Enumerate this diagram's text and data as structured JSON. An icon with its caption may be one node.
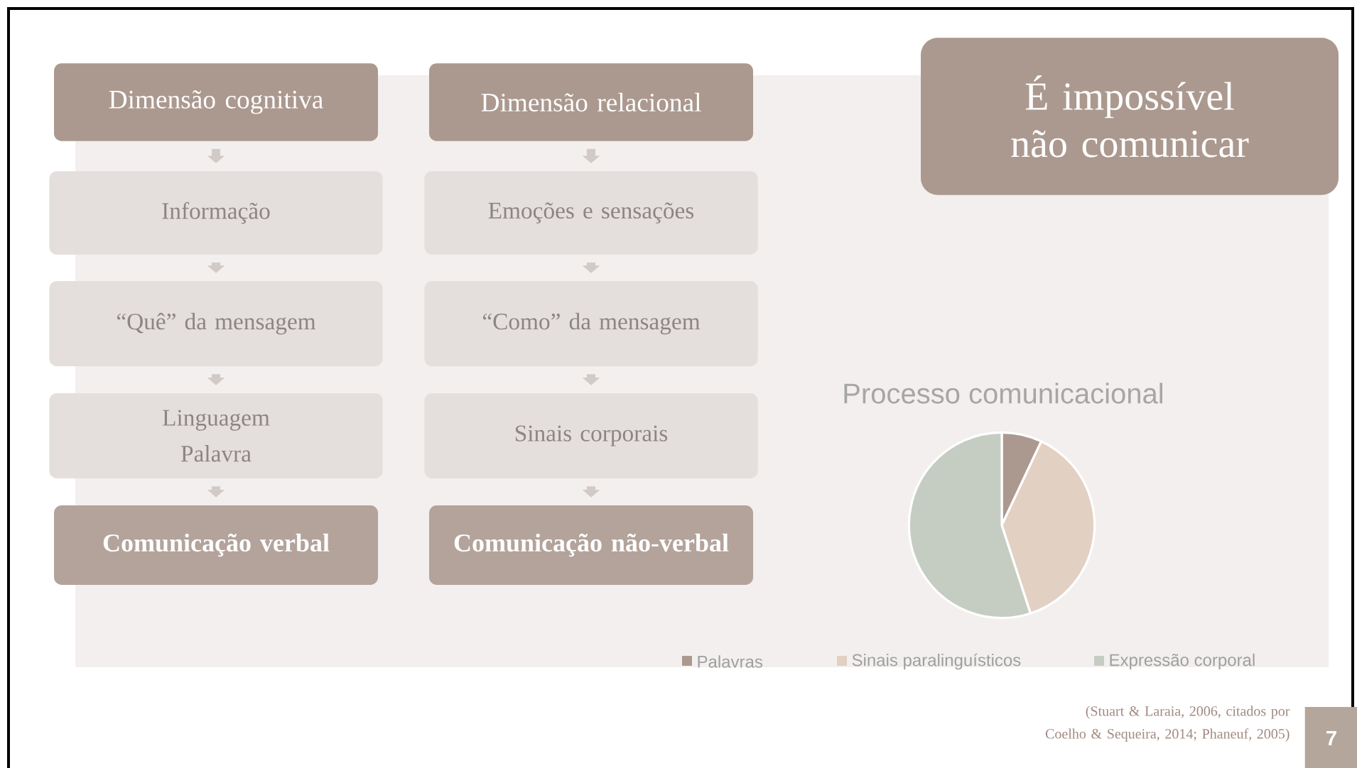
{
  "diagram": {
    "title": "É impossível não comunicar",
    "nodes": [
      {
        "text": [
          "Dimensão cognitiva"
        ]
      },
      {
        "text": [
          "Informação"
        ]
      },
      {
        "text": [
          "“Quê” da mensagem"
        ]
      },
      {
        "text": [
          "Linguagem",
          "Palavra"
        ]
      },
      {
        "text": [
          "Comunicação verbal"
        ]
      },
      {
        "text": [
          "Dimensão relacional"
        ]
      },
      {
        "text": [
          "Emoções e sensações"
        ]
      },
      {
        "text": [
          "“Como” da mensagem"
        ]
      },
      {
        "text": [
          "Sinais corporais"
        ]
      },
      {
        "text": [
          "Comunicação não-verbal"
        ]
      }
    ],
    "edges": [
      {
        "from": 0,
        "to": 1,
        "arrow": "to"
      },
      {
        "from": 1,
        "to": 2,
        "arrow": "to"
      },
      {
        "from": 2,
        "to": 3,
        "arrow": "to"
      },
      {
        "from": 3,
        "to": 4,
        "arrow": "to"
      },
      {
        "from": 5,
        "to": 6,
        "arrow": "to"
      },
      {
        "from": 6,
        "to": 7,
        "arrow": "to"
      },
      {
        "from": 7,
        "to": 8,
        "arrow": "to"
      },
      {
        "from": 8,
        "to": 9,
        "arrow": "to"
      }
    ],
    "labels": [
      "Processo comunicacional",
      "(Stuart & Laraia, 2006, citados por Coelho & Sequeira, 2014; Phaneuf, 2005)",
      "7"
    ],
    "legend": [
      {
        "text": "Palavras",
        "color": "#ab998f"
      },
      {
        "text": "Sinais paralinguísticos",
        "color": "#e2d0c3"
      },
      {
        "text": "Expressão corporal",
        "color": "#c5cdc2"
      }
    ]
  }
}
